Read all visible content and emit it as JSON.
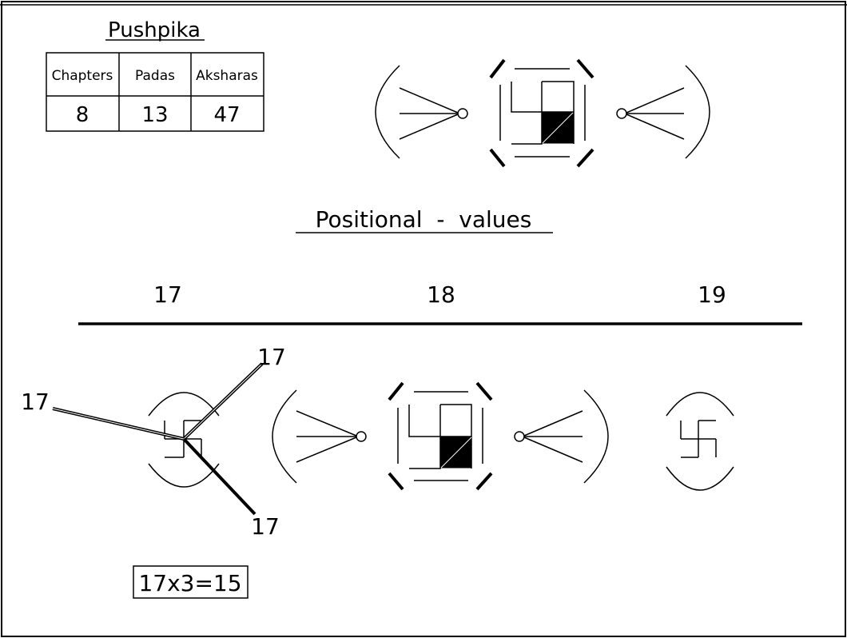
{
  "pushpika": {
    "title": "Pushpika",
    "headers": [
      "Chapters",
      "Padas",
      "Aksharas"
    ],
    "values": [
      "8",
      "13",
      "47"
    ]
  },
  "positional": {
    "title": "Positional  -  values",
    "positions": [
      "17",
      "18",
      "19"
    ]
  },
  "rays": {
    "left": "17",
    "upper": "17",
    "lower": "17"
  },
  "equation": "17x3=15"
}
